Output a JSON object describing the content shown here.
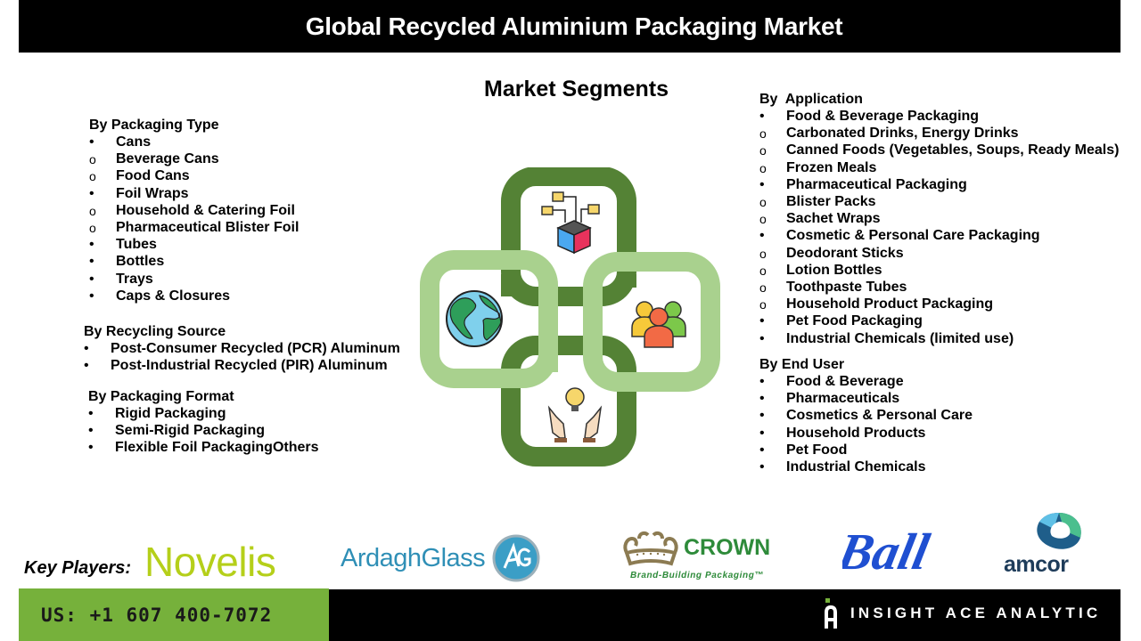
{
  "header": {
    "title": "Global Recycled Aluminium Packaging Market"
  },
  "segments_heading": "Market Segments",
  "left_segments": {
    "packaging_type": {
      "title": "By Packaging Type",
      "items": [
        {
          "marker": "•",
          "level": 1,
          "label": "Cans"
        },
        {
          "marker": "o",
          "level": 2,
          "label": "Beverage Cans"
        },
        {
          "marker": "o",
          "level": 2,
          "label": "Food Cans"
        },
        {
          "marker": "•",
          "level": 1,
          "label": "Foil Wraps"
        },
        {
          "marker": "o",
          "level": 2,
          "label": "Household & Catering Foil"
        },
        {
          "marker": "o",
          "level": 2,
          "label": "Pharmaceutical Blister Foil"
        },
        {
          "marker": "•",
          "level": 1,
          "label": "Tubes"
        },
        {
          "marker": "•",
          "level": 1,
          "label": "Bottles"
        },
        {
          "marker": "•",
          "level": 1,
          "label": "Trays"
        },
        {
          "marker": "•",
          "level": 1,
          "label": "Caps & Closures"
        }
      ]
    },
    "recycling_source": {
      "title": "By Recycling Source",
      "items": [
        {
          "marker": "•",
          "level": 1,
          "label": "Post-Consumer Recycled (PCR) Aluminum"
        },
        {
          "marker": "•",
          "level": 1,
          "label": "Post-Industrial Recycled (PIR) Aluminum"
        }
      ]
    },
    "packaging_format": {
      "title": "By Packaging Format",
      "items": [
        {
          "marker": "•",
          "level": 1,
          "label": "Rigid Packaging"
        },
        {
          "marker": "•",
          "level": 1,
          "label": "Semi-Rigid Packaging"
        },
        {
          "marker": "•",
          "level": 1,
          "label": "Flexible Foil PackagingOthers"
        }
      ]
    }
  },
  "right_segments": {
    "application": {
      "title": "By  Application",
      "items": [
        {
          "marker": "•",
          "level": 1,
          "label": "Food & Beverage Packaging"
        },
        {
          "marker": "o",
          "level": 2,
          "label": "Carbonated Drinks, Energy Drinks"
        },
        {
          "marker": "o",
          "level": 2,
          "label": "Canned Foods (Vegetables, Soups, Ready Meals)"
        },
        {
          "marker": "o",
          "level": 2,
          "label": "Frozen Meals"
        },
        {
          "marker": "•",
          "level": 1,
          "label": "Pharmaceutical Packaging"
        },
        {
          "marker": "o",
          "level": 2,
          "label": "Blister Packs"
        },
        {
          "marker": "o",
          "level": 2,
          "label": "Sachet Wraps"
        },
        {
          "marker": "•",
          "level": 1,
          "label": "Cosmetic & Personal Care Packaging"
        },
        {
          "marker": "o",
          "level": 2,
          "label": "Deodorant Sticks"
        },
        {
          "marker": "o",
          "level": 2,
          "label": "Lotion Bottles"
        },
        {
          "marker": "o",
          "level": 2,
          "label": "Toothpaste Tubes"
        },
        {
          "marker": "o",
          "level": 2,
          "label": "Household Product Packaging"
        },
        {
          "marker": "•",
          "level": 1,
          "label": "Pet Food Packaging"
        },
        {
          "marker": "•",
          "level": 1,
          "label": "Industrial Chemicals (limited use)"
        }
      ]
    },
    "end_user": {
      "title": "By End User",
      "items": [
        {
          "marker": "•",
          "level": 1,
          "label": "Food & Beverage"
        },
        {
          "marker": "•",
          "level": 1,
          "label": "Pharmaceuticals"
        },
        {
          "marker": "•",
          "level": 1,
          "label": "Cosmetics & Personal Care"
        },
        {
          "marker": "•",
          "level": 1,
          "label": "Household Products"
        },
        {
          "marker": "•",
          "level": 1,
          "label": "Pet Food"
        },
        {
          "marker": "•",
          "level": 1,
          "label": "Industrial Chemicals"
        }
      ]
    }
  },
  "diagram": {
    "icons": [
      "network-box-icon",
      "globe-icon",
      "people-group-icon",
      "idea-hands-icon"
    ],
    "colors": {
      "dark_green": "#548235",
      "light_green": "#a9d18e"
    }
  },
  "key_players": {
    "label": "Key Players:",
    "logos": [
      {
        "name": "Novelis",
        "text": "Novelis",
        "color": "#b5cf1a"
      },
      {
        "name": "Ardagh Glass",
        "text": "ArdaghGlass",
        "color": "#2f8fb6"
      },
      {
        "name": "Crown",
        "text": "CROWN",
        "tagline": "Brand-Building Packaging™",
        "color": "#2e8b3a"
      },
      {
        "name": "Ball",
        "text": "Ball",
        "color": "#1f4fd1"
      },
      {
        "name": "Amcor",
        "text": "amcor",
        "color": "#1e3c5a"
      }
    ]
  },
  "footer": {
    "phone": "US: +1 607 400-7072",
    "brand": "INSIGHT ACE ANALYTIC",
    "colors": {
      "phone_bg": "#76b13b",
      "brand_bg": "#000000"
    }
  }
}
